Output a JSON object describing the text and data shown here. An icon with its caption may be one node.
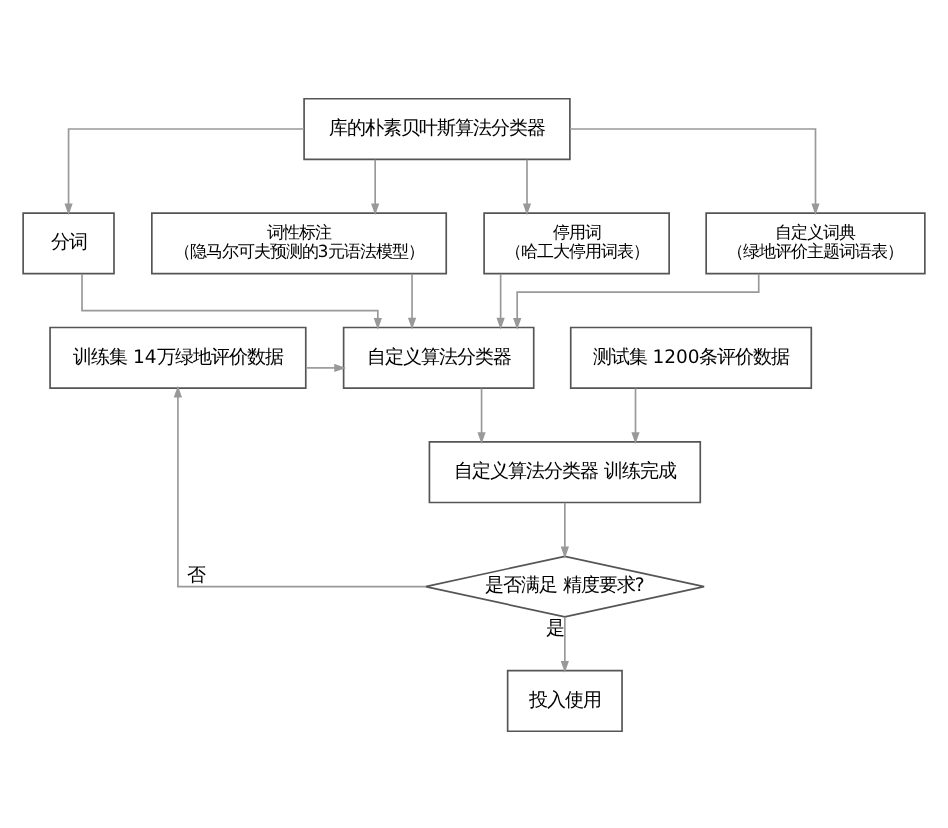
{
  "diagram": {
    "nodes": [
      {
        "text": [
          "库的朴素贝叶斯算法分类器"
        ]
      },
      {
        "text": [
          "分词"
        ]
      },
      {
        "text": [
          "词性标注",
          "（隐马尔可夫预测的3元语法模型）"
        ]
      },
      {
        "text": [
          "停用词",
          "（哈工大停用词表）"
        ]
      },
      {
        "text": [
          "自定义词典",
          "（绿地评价主题词语表）"
        ]
      },
      {
        "text": [
          "训练集 14万绿地评价数据"
        ]
      },
      {
        "text": [
          "自定义算法分类器"
        ]
      },
      {
        "text": [
          "测试集 1200条评价数据"
        ]
      },
      {
        "text": [
          "自定义算法分类器 训练完成"
        ]
      },
      {
        "text": [
          "是否满足 精度要求?"
        ]
      },
      {
        "text": [
          "投入使用"
        ]
      }
    ],
    "edges": [
      {
        "from": 0,
        "to": 1,
        "arrow": "to"
      },
      {
        "from": 0,
        "to": 2,
        "arrow": "to"
      },
      {
        "from": 0,
        "to": 3,
        "arrow": "to"
      },
      {
        "from": 0,
        "to": 4,
        "arrow": "to"
      },
      {
        "from": 1,
        "to": 6,
        "arrow": "to"
      },
      {
        "from": 2,
        "to": 6,
        "arrow": "to"
      },
      {
        "from": 3,
        "to": 6,
        "arrow": "to"
      },
      {
        "from": 4,
        "to": 6,
        "arrow": "to"
      },
      {
        "from": 5,
        "to": 6,
        "arrow": "to"
      },
      {
        "from": 6,
        "to": 8,
        "arrow": "to"
      },
      {
        "from": 7,
        "to": 8,
        "arrow": "to"
      },
      {
        "from": 8,
        "to": 9,
        "arrow": "to"
      },
      {
        "from": 9,
        "to": 5,
        "arrow": "to",
        "label": "否"
      },
      {
        "from": 9,
        "to": 10,
        "arrow": "to",
        "label": "是"
      }
    ]
  }
}
